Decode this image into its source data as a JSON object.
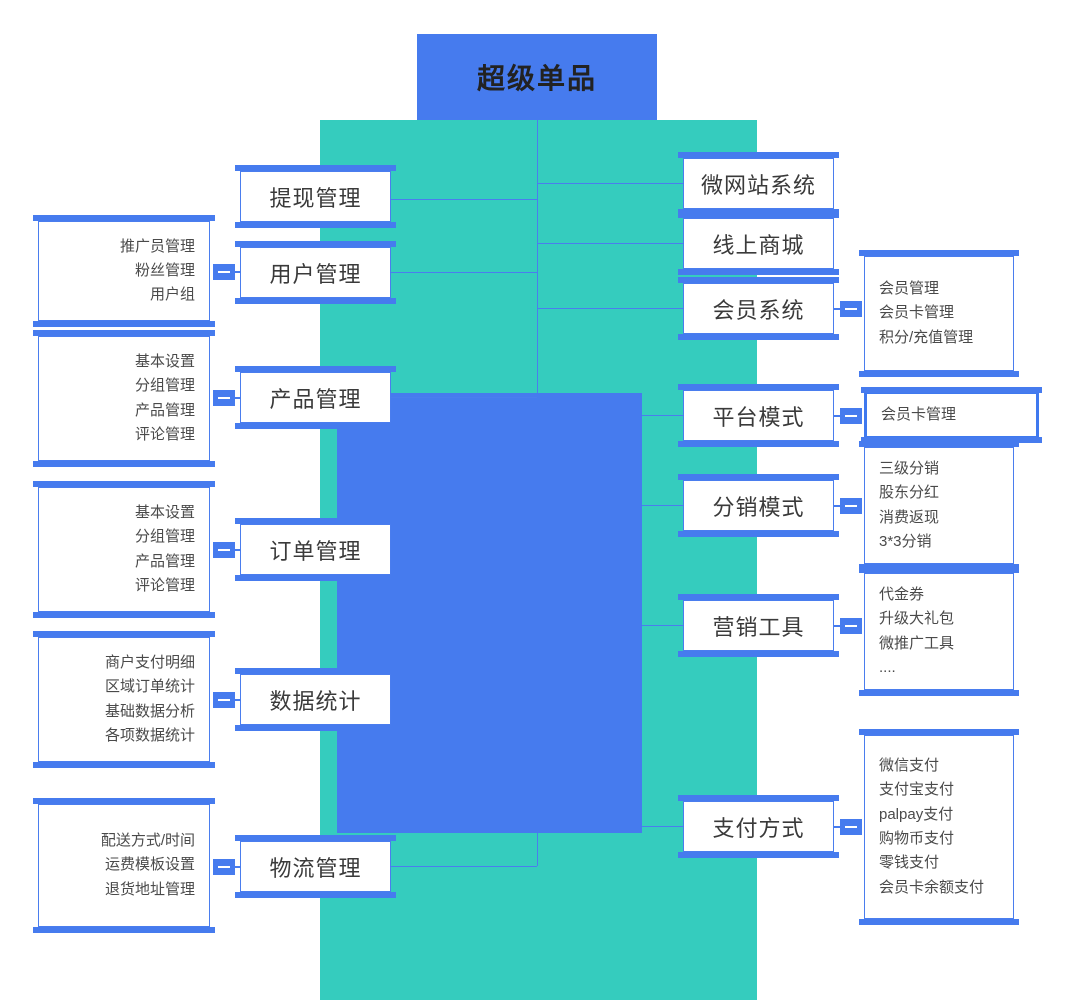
{
  "diagram": {
    "title": "超级单品",
    "type": "mindmap",
    "colors": {
      "brand_blue": "#467bee",
      "brand_teal": "#35ccbe",
      "box_fill": "#ffffff",
      "text": "#3a3a3a"
    },
    "left_branches": [
      {
        "node": "提现管理",
        "details": []
      },
      {
        "node": "用户管理",
        "details": [
          "推广员管理",
          "粉丝管理",
          "用户组"
        ]
      },
      {
        "node": "产品管理",
        "details": [
          "基本设置",
          "分组管理",
          "产品管理",
          "评论管理"
        ]
      },
      {
        "node": "订单管理",
        "details": [
          "基本设置",
          "分组管理",
          "产品管理",
          "评论管理"
        ]
      },
      {
        "node": "数据统计",
        "details": [
          "商户支付明细",
          "区域订单统计",
          "基础数据分析",
          "各项数据统计"
        ]
      },
      {
        "node": "物流管理",
        "details": [
          "配送方式/时间",
          "运费模板设置",
          "退货地址管理"
        ]
      }
    ],
    "right_branches": [
      {
        "node": "微网站系统",
        "details": []
      },
      {
        "node": "线上商城",
        "details": []
      },
      {
        "node": "会员系统",
        "details": [
          "会员管理",
          "会员卡管理",
          "积分/充值管理"
        ]
      },
      {
        "node": "平台模式",
        "details": [
          "会员卡管理"
        ],
        "highlighted": true
      },
      {
        "node": "分销模式",
        "details": [
          "三级分销",
          "股东分红",
          "消费返现",
          "3*3分销"
        ]
      },
      {
        "node": "营销工具",
        "details": [
          "代金券",
          "升级大礼包",
          "微推广工具",
          "...."
        ]
      },
      {
        "node": "支付方式",
        "details": [
          "微信支付",
          "支付宝支付",
          "palpay支付",
          "购物币支付",
          "零钱支付",
          "会员卡余额支付"
        ]
      }
    ]
  }
}
